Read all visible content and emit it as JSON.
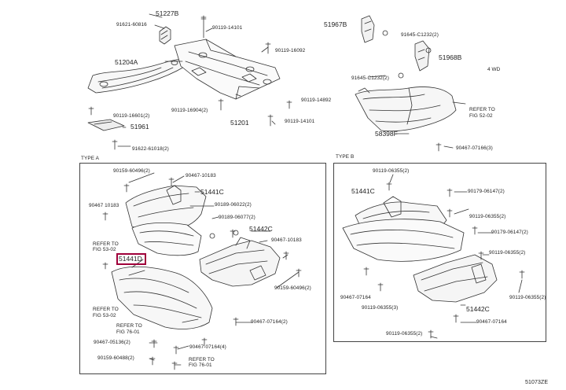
{
  "diagram": {
    "figure_code": "51073ZE",
    "sections": {
      "type_a": "TYPE A",
      "type_b": "TYPE B"
    },
    "top": {
      "p51227B": "51227B",
      "p91621": "91621-60816",
      "p90119_14101a": "90119-14101",
      "p51204A": "51204A",
      "p90119_16092": "90119-16092",
      "p90119_16601": "90119-16601(2)",
      "p90119_16904": "90119-16904(2)",
      "p90119_14892": "90119-14892",
      "p51961": "51961",
      "p51201": "51201",
      "p90119_14101b": "90119-14101",
      "p91622": "91622-61018(2)",
      "p51967B": "51967B",
      "p91645_a": "91645-C1232(2)",
      "p51968B": "51968B",
      "p91645_b": "91645-C1232(2)",
      "p4wd": "4 WD",
      "refer_52": "REFER TO",
      "refer_52b": "FIG 52-02",
      "p58398F": "58398F",
      "p90467_07166": "90467-07166(3)"
    },
    "type_a": {
      "p90159_60496a": "90159-60496(2)",
      "p90467_10183a": "90467-10183",
      "p51441C": "51441C",
      "p90467_10183b": "90467 10183",
      "p90189_06022": "90189-06022(2)",
      "p90189_06077": "90189-06077(2)",
      "refer_53a": "REFER TO",
      "refer_53b": "FIG 53-02",
      "p51442C": "51442C",
      "p90467_10183c": "90467-10183",
      "p51441D": "51441D",
      "p90159_60496b": "90159-60496(2)",
      "refer_53c": "REFER TO",
      "refer_53d": "FIG 53-02",
      "refer_76a": "REFER TO",
      "refer_76b": "FIG 76-01",
      "p90467_07164a": "90467-07164(2)",
      "p90467_05136": "90467-05136(2)",
      "p90467_07164b": "90467-07164(4)",
      "p90159_60488": "90159-60488(2)",
      "refer_76c": "REFER TO",
      "refer_76d": "FIG 76-01"
    },
    "type_b": {
      "p90119_06355a": "90119-06355(2)",
      "p51441C": "51441C",
      "p90179_06147a": "90179-06147(2)",
      "p90119_06355b": "90119-06355(2)",
      "p90179_06147b": "90179-06147(2)",
      "p90119_06355c": "90119-06355(2)",
      "p90467_07164": "90467-07164",
      "p90119_06355d": "90119-06355(3)",
      "p51442C": "51442C",
      "p90119_06355e": "90119-06355(2)",
      "p90467_07164b": "90467-07164",
      "p90119_06355f": "90119-06355(2)"
    }
  }
}
